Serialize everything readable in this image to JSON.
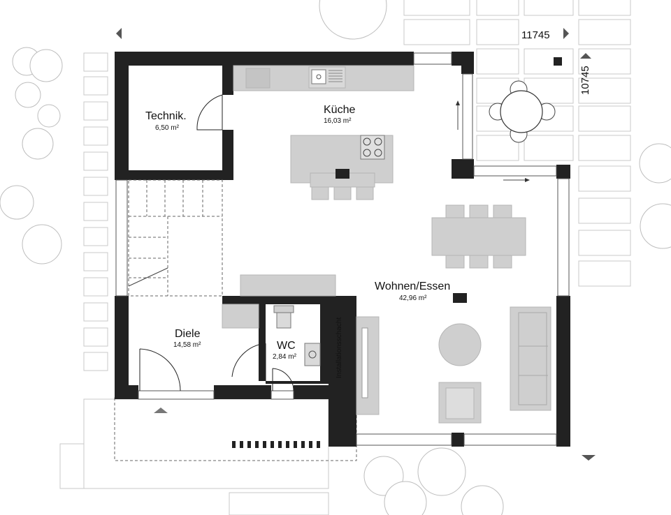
{
  "rooms": {
    "technik": {
      "name": "Technik.",
      "area": "6,50 m²"
    },
    "kueche": {
      "name": "Küche",
      "area": "16,03 m²"
    },
    "wohnen": {
      "name": "Wohnen/Essen",
      "area": "42,96 m²"
    },
    "diele": {
      "name": "Diele",
      "area": "14,58 m²"
    },
    "wc": {
      "name": "WC",
      "area": "2,84 m²"
    },
    "installation": {
      "name": "Installationsschacht"
    }
  },
  "dimensions": {
    "width": "11745",
    "depth": "10745"
  },
  "colors": {
    "wall": "#222222",
    "furniture": "#cfcfcf",
    "outline": "#c8c8c8"
  }
}
